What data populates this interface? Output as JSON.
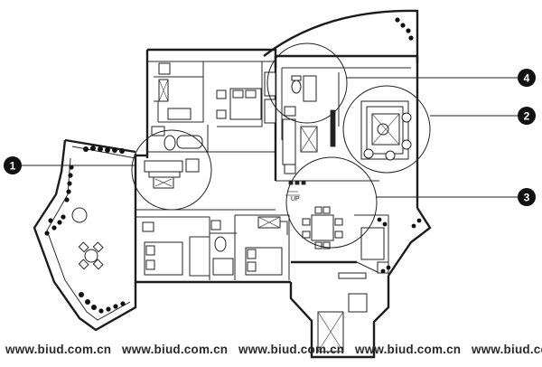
{
  "diagram": {
    "callouts": [
      {
        "id": "1",
        "label": "1"
      },
      {
        "id": "2",
        "label": "2"
      },
      {
        "id": "3",
        "label": "3"
      },
      {
        "id": "4",
        "label": "4"
      }
    ],
    "stair_label": "UP",
    "watermarks": [
      "www.biud.com.cn",
      "www.biud.com.cn",
      "www.biud.com.cn",
      "www.biud.com.cn",
      "www.biud.com.cn"
    ],
    "colors": {
      "line": "#1c1c1c",
      "background": "#ffffff",
      "marker": "#111111"
    }
  }
}
